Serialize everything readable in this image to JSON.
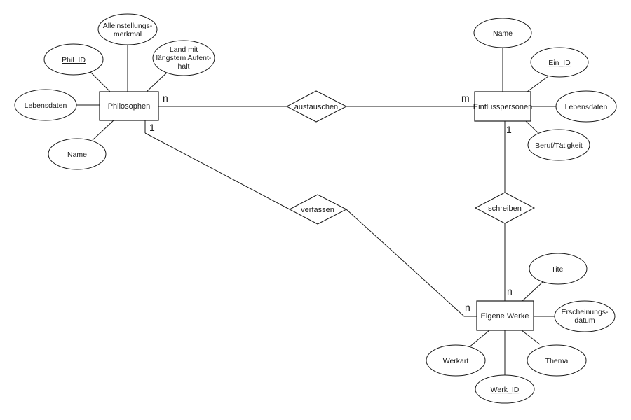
{
  "entities": {
    "philosophen": "Philosophen",
    "einflusspersonen": "Einflusspersonen",
    "eigene_werke": "Eigene Werke"
  },
  "relationships": {
    "austauschen": "austauschen",
    "verfassen": "verfassen",
    "schreiben": "schreiben"
  },
  "attributes": {
    "phil_id": "Phil_ID",
    "alleinstellungsmerkmal": [
      "Alleinstellungs-",
      "merkmal"
    ],
    "land_laengster_aufenthalt": [
      "Land mit",
      "längstem Aufent-",
      "halt"
    ],
    "phil_lebensdaten": "Lebensdaten",
    "phil_name": "Name",
    "ein_name": "Name",
    "ein_id": "Ein_ID",
    "ein_lebensdaten": "Lebensdaten",
    "beruf_taetigkeit": "Beruf/Tätigkeit",
    "titel": "Titel",
    "erscheinungsdatum": [
      "Erscheinungs-",
      "datum"
    ],
    "werkart": "Werkart",
    "thema": "Thema",
    "werk_id": "Werk_ID"
  },
  "cardinalities": {
    "phil_austauschen": "n",
    "ein_austauschen": "m",
    "phil_verfassen": "1",
    "ein_schreiben": "1",
    "werke_schreiben": "n",
    "werke_verfassen": "n"
  }
}
